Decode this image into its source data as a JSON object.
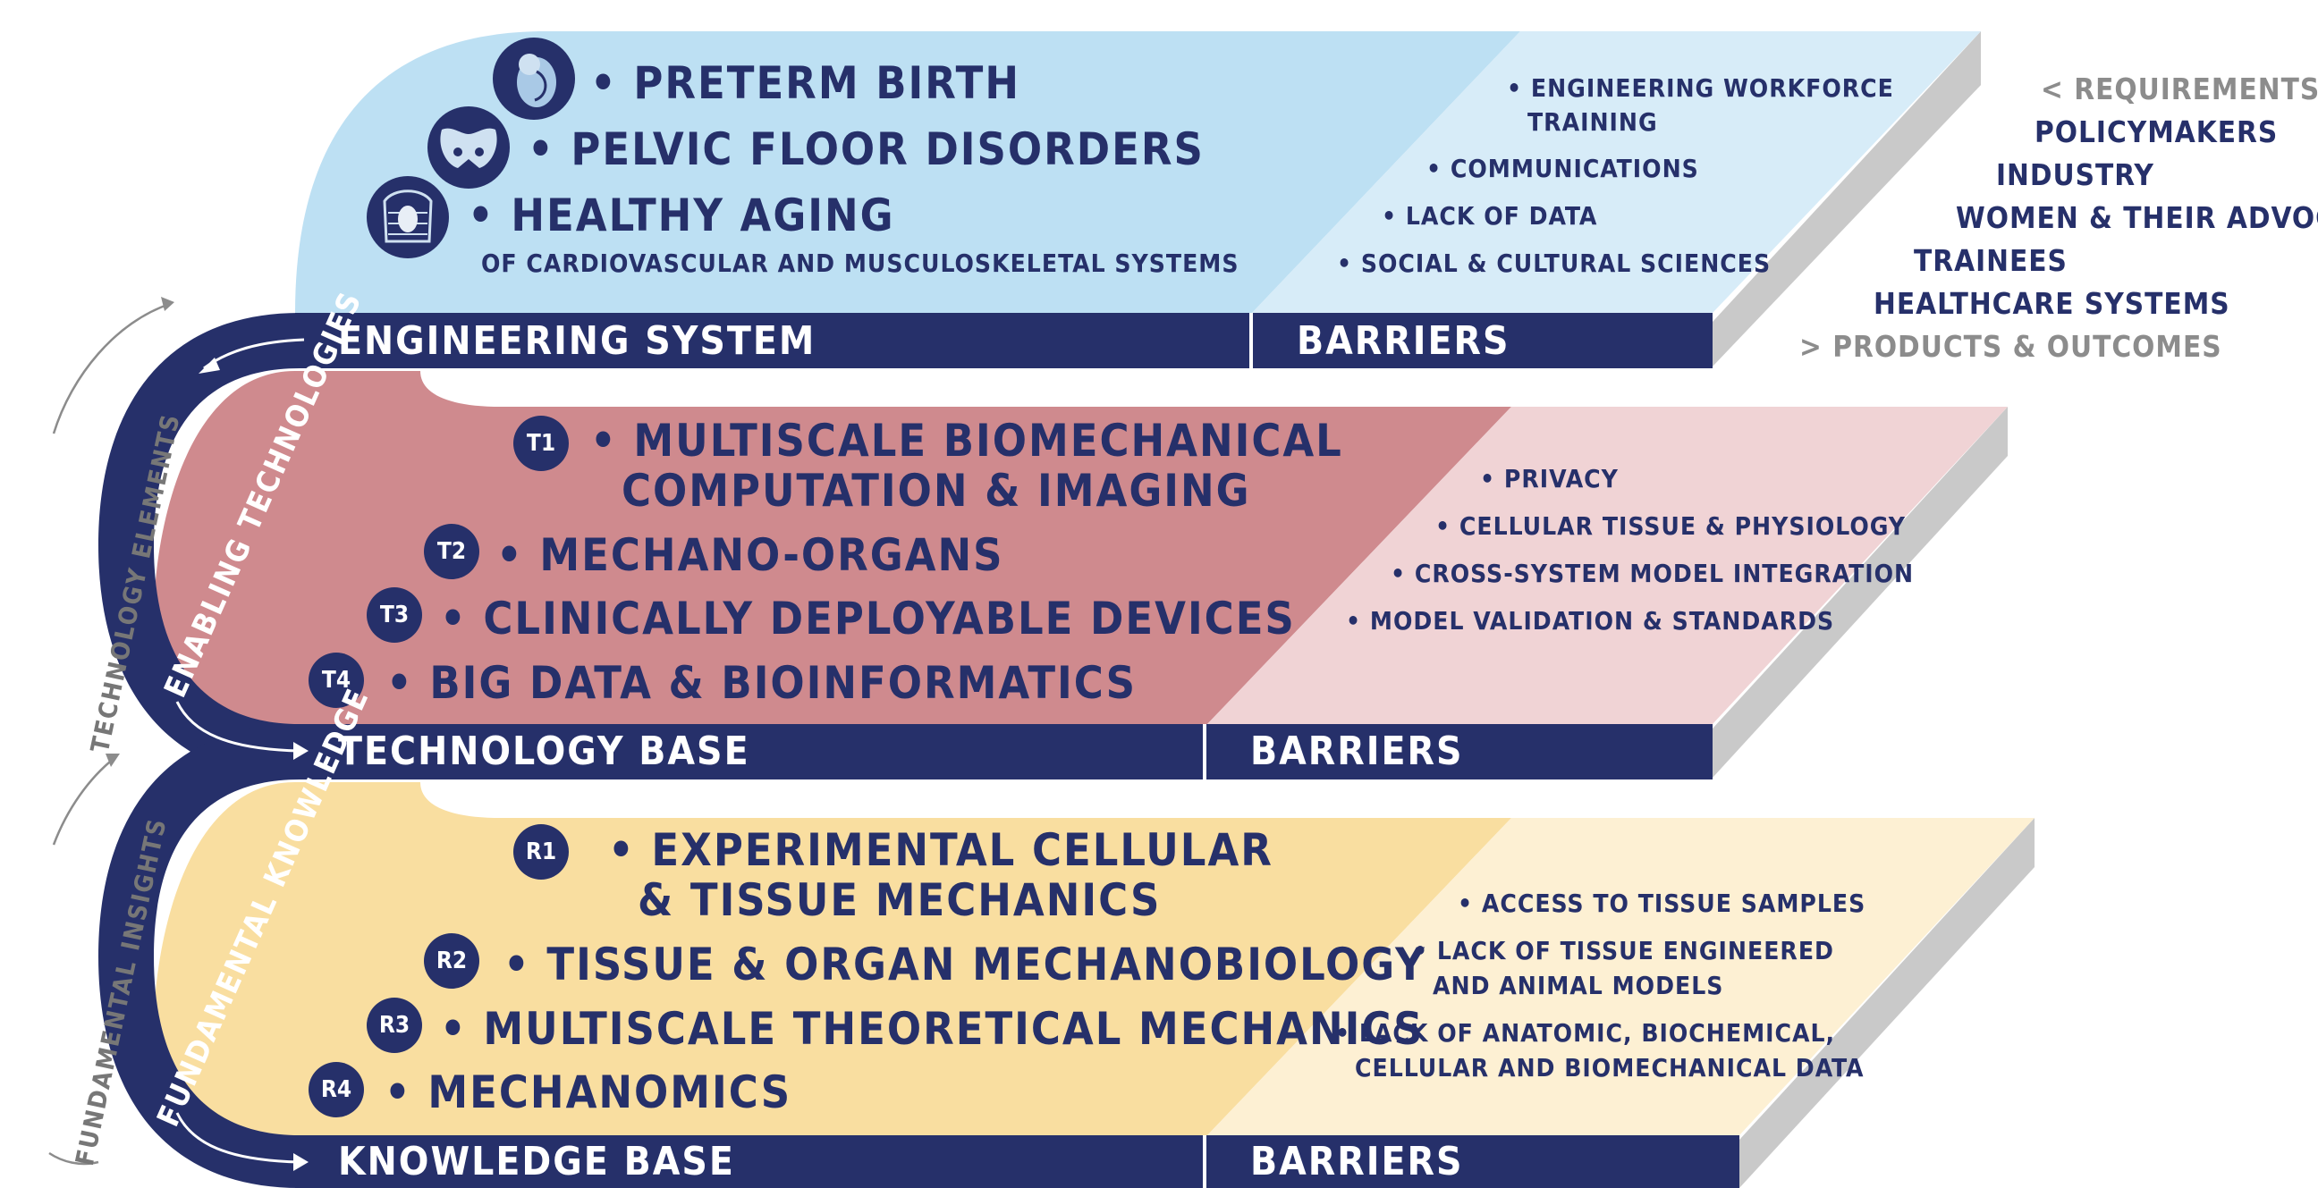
{
  "colors": {
    "navy": "#26306a",
    "top_fill": "#bde0f3",
    "top_barrier_fill": "#d7ecf8",
    "mid_fill": "#cf8a8e",
    "mid_barrier_fill": "#f0d3d5",
    "bottom_fill": "#f9dea0",
    "bottom_barrier_fill": "#fdf0d3",
    "side_grey": "#c4c4c4"
  },
  "engineering": {
    "items": [
      {
        "icon": "fetus-icon",
        "label": "• PRETERM BIRTH"
      },
      {
        "icon": "pelvis-icon",
        "label": "• PELVIC FLOOR DISORDERS"
      },
      {
        "icon": "ribcage-heart-icon",
        "label": "• HEALTHY AGING"
      }
    ],
    "subtitle": "OF CARDIOVASCULAR  AND MUSCULOSKELETAL SYSTEMS",
    "bar_label": "ENGINEERING SYSTEM",
    "barrier_label": "BARRIERS",
    "barriers": [
      "• ENGINEERING WORKFORCE",
      "TRAINING",
      "• COMMUNICATIONS",
      "• LACK OF DATA",
      "• SOCIAL & CULTURAL SCIENCES"
    ]
  },
  "technology": {
    "items": [
      {
        "badge": "T1",
        "line1": "• MULTISCALE BIOMECHANICAL",
        "line2": "COMPUTATION & IMAGING"
      },
      {
        "badge": "T2",
        "line1": "• MECHANO-ORGANS"
      },
      {
        "badge": "T3",
        "line1": "• CLINICALLY DEPLOYABLE DEVICES"
      },
      {
        "badge": "T4",
        "line1": "• BIG DATA & BIOINFORMATICS"
      }
    ],
    "bar_label": "TECHNOLOGY BASE",
    "barrier_label": "BARRIERS",
    "barriers": [
      "• PRIVACY",
      "• CELLULAR TISSUE & PHYSIOLOGY",
      "• CROSS-SYSTEM MODEL INTEGRATION",
      "• MODEL VALIDATION & STANDARDS"
    ]
  },
  "knowledge": {
    "items": [
      {
        "badge": "R1",
        "line1": "• EXPERIMENTAL CELLULAR",
        "line2": "& TISSUE MECHANICS"
      },
      {
        "badge": "R2",
        "line1": "• TISSUE & ORGAN MECHANOBIOLOGY"
      },
      {
        "badge": "R3",
        "line1": "• MULTISCALE THEORETICAL MECHANICS"
      },
      {
        "badge": "R4",
        "line1": "• MECHANOMICS"
      }
    ],
    "bar_label": "KNOWLEDGE BASE",
    "barrier_label": "BARRIERS",
    "barriers": [
      "• ACCESS TO TISSUE SAMPLES",
      "• LACK OF TISSUE ENGINEERED",
      "AND ANIMAL MODELS",
      "• LACK OF ANATOMIC, BIOCHEMICAL,",
      "CELLULAR AND BIOMECHANICAL DATA"
    ]
  },
  "stakeholders": {
    "requirements": "< REQUIREMENTS",
    "items": [
      "POLICYMAKERS",
      "INDUSTRY",
      "WOMEN & THEIR ADVOCATES",
      "TRAINEES",
      "HEALTHCARE SYSTEMS"
    ],
    "outcomes": "> PRODUCTS & OUTCOMES"
  },
  "side_labels": {
    "technology_elements": "TECHNOLOGY ELEMENTS",
    "fundamental_insights": "FUNDAMENTAL INSIGHTS",
    "enabling_technologies": "ENABLING TECHNOLOGIES",
    "fundamental_knowledge": "FUNDAMENTAL KNOWLEDGE"
  }
}
